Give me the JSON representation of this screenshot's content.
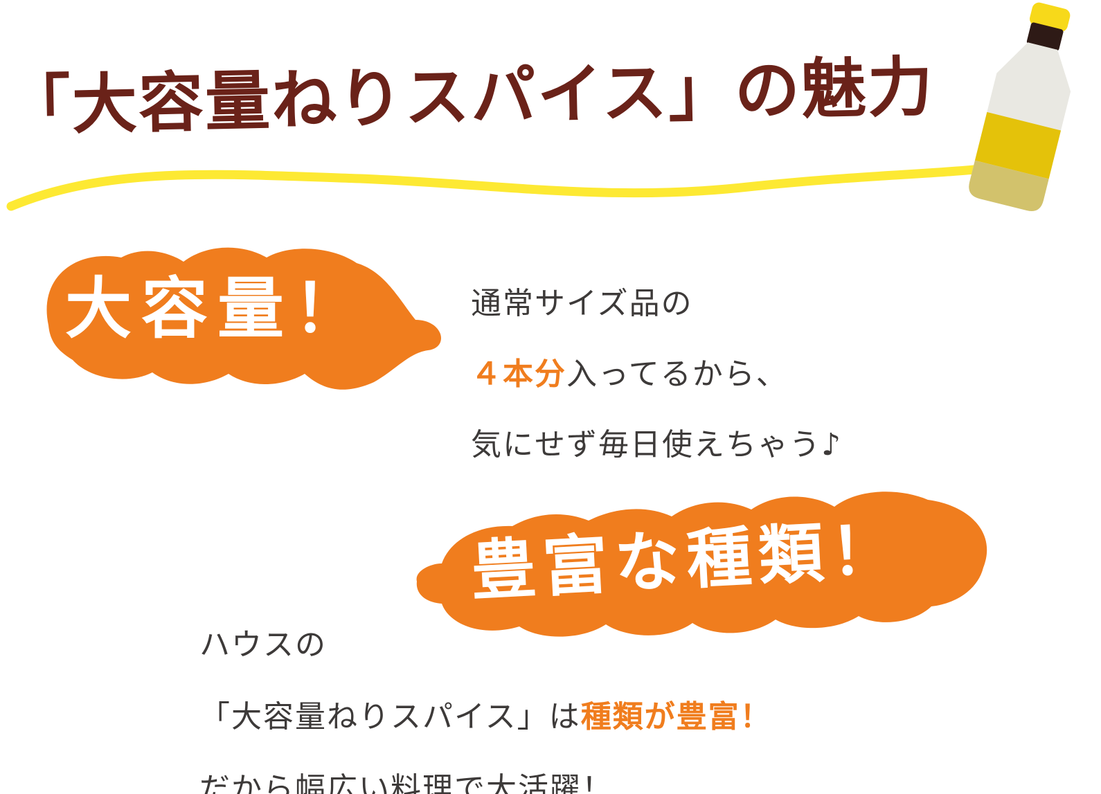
{
  "colors": {
    "title_brown": "#6a2219",
    "accent_orange": "#f07d1e",
    "underline_yellow": "#fde933",
    "body_text": "#3d3a39",
    "bottle_cap": "#f7d91a",
    "bottle_neck": "#2e1a16",
    "bottle_body": "#e9e8e2",
    "bottle_fill": "#e4c20a",
    "bottle_base": "#d2c26c"
  },
  "header": {
    "title": "「大容量ねりスパイス」の魅力"
  },
  "feature_1": {
    "badge": "大容量！",
    "line1": "通常サイズ品の",
    "line2_highlight": "４本分",
    "line2_rest": "入ってるから、",
    "line3": "気にせず毎日使えちゃう♪"
  },
  "feature_2": {
    "badge": "豊富な種類！",
    "line1": "ハウスの",
    "line2_pre": "「大容量ねりスパイス」は",
    "line2_highlight": "種類が豊富！",
    "line3": "だから幅広い料理で大活躍！"
  },
  "icons": {
    "bottle": "tube-bottle-icon",
    "underline": "wavy-underline-decoration"
  }
}
